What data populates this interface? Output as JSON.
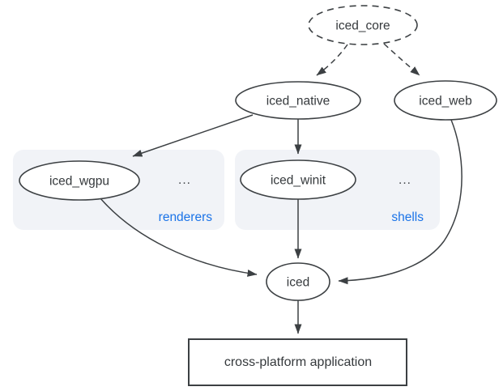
{
  "diagram": {
    "description": "iced crate ecosystem dependency graph",
    "colors": {
      "stroke": "#3c4043",
      "text": "#35393c",
      "accent_blue": "#1a73e8",
      "group_fill": "#f1f3f7",
      "node_fill": "#ffffff",
      "background": "#ffffff"
    },
    "nodes": {
      "iced_core": {
        "label": "iced_core",
        "shape": "ellipse-dashed"
      },
      "iced_native": {
        "label": "iced_native",
        "shape": "ellipse"
      },
      "iced_web": {
        "label": "iced_web",
        "shape": "ellipse"
      },
      "iced_wgpu": {
        "label": "iced_wgpu",
        "shape": "ellipse"
      },
      "iced_winit": {
        "label": "iced_winit",
        "shape": "ellipse"
      },
      "iced": {
        "label": "iced",
        "shape": "ellipse"
      },
      "app": {
        "label": "cross-platform application",
        "shape": "rect"
      }
    },
    "groups": {
      "renderers": {
        "label": "renderers",
        "ellipsis": "..."
      },
      "shells": {
        "label": "shells",
        "ellipsis": "..."
      }
    },
    "edges": [
      {
        "from": "iced_core",
        "to": "iced_native",
        "style": "dashed"
      },
      {
        "from": "iced_core",
        "to": "iced_web",
        "style": "dashed"
      },
      {
        "from": "iced_native",
        "to": "iced_wgpu",
        "style": "solid"
      },
      {
        "from": "iced_native",
        "to": "iced_winit",
        "style": "solid"
      },
      {
        "from": "iced_wgpu",
        "to": "iced",
        "style": "solid"
      },
      {
        "from": "iced_winit",
        "to": "iced",
        "style": "solid"
      },
      {
        "from": "iced_web",
        "to": "iced",
        "style": "solid"
      },
      {
        "from": "iced",
        "to": "app",
        "style": "solid"
      }
    ]
  }
}
